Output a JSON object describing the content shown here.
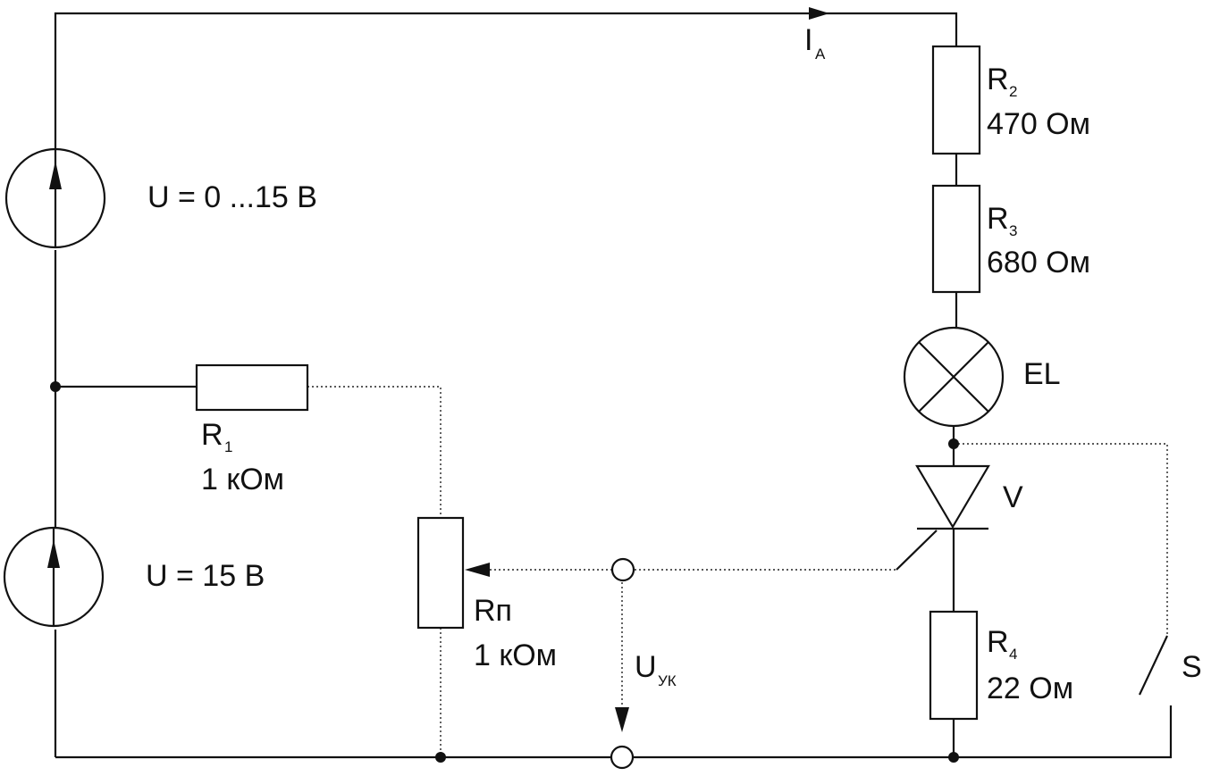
{
  "source1": {
    "label": "U = 0 ...15 В"
  },
  "source2": {
    "label": "U = 15 В"
  },
  "current": {
    "main": "I",
    "sub": "A"
  },
  "r1": {
    "main": "R",
    "sub": "1",
    "value": "1 кОм"
  },
  "r2": {
    "main": "R",
    "sub": "2",
    "value": "470 Ом"
  },
  "r3": {
    "main": "R",
    "sub": "3",
    "value": "680 Ом"
  },
  "r4": {
    "main": "R",
    "sub": "4",
    "value": "22 Ом"
  },
  "rp": {
    "main": "Rп",
    "value": "1 кОм"
  },
  "lamp": {
    "label": "EL"
  },
  "thyristor": {
    "label": "V"
  },
  "switch": {
    "label": "S"
  },
  "control_voltage": {
    "main": "U",
    "sub": "УК"
  }
}
